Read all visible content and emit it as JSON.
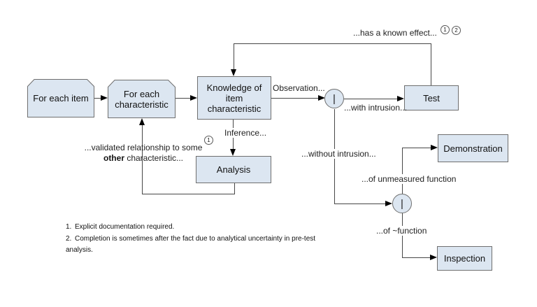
{
  "diagram": {
    "nodes": {
      "for_each_item": "For each item",
      "for_each_characteristic": "For each characteristic",
      "knowledge": "Knowledge of item characteristic",
      "analysis": "Analysis",
      "test": "Test",
      "demonstration": "Demonstration",
      "inspection": "Inspection"
    },
    "junctions": {
      "or1": "|",
      "or2": "|"
    },
    "labels": {
      "observation": "Observation...",
      "with_intrusion": "...with intrusion...",
      "has_known_effect": "...has a known effect...",
      "without_intrusion": "...without intrusion...",
      "of_unmeasured_function": "...of unmeasured function",
      "of_not_function": "...of ~function",
      "inference": "Inference...",
      "validated_line1": "...validated relationship to some",
      "validated_bold": "other",
      "validated_line2_rest": " characteristic..."
    },
    "markers": {
      "one": "1",
      "two": "2"
    },
    "notes": [
      {
        "num": "1.",
        "text": "Explicit documentation required."
      },
      {
        "num": "2.",
        "text": "Completion is sometimes after the fact due to analytical uncertainty in pre-test analysis."
      }
    ],
    "colors": {
      "node_fill": "#dce6f1",
      "node_border": "#6f6f6f",
      "line": "#474747",
      "arrowhead": "#000000"
    }
  }
}
